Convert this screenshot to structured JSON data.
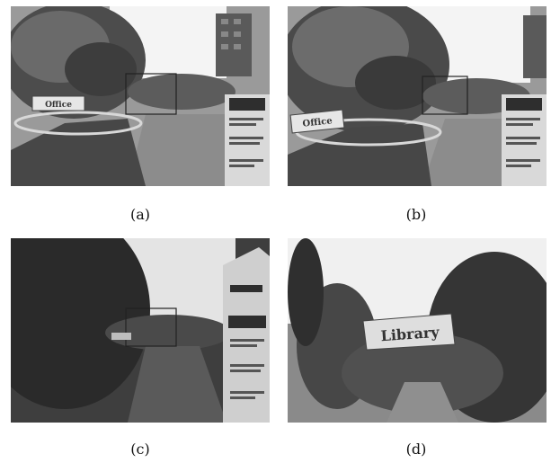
{
  "figure": {
    "panels": [
      {
        "id": "a",
        "caption": "(a)",
        "sign_label": "Office"
      },
      {
        "id": "b",
        "caption": "(b)",
        "sign_label": "Office"
      },
      {
        "id": "c",
        "caption": "(c)",
        "sign_label": ""
      },
      {
        "id": "d",
        "caption": "(d)",
        "sign_label": "Library"
      }
    ]
  }
}
